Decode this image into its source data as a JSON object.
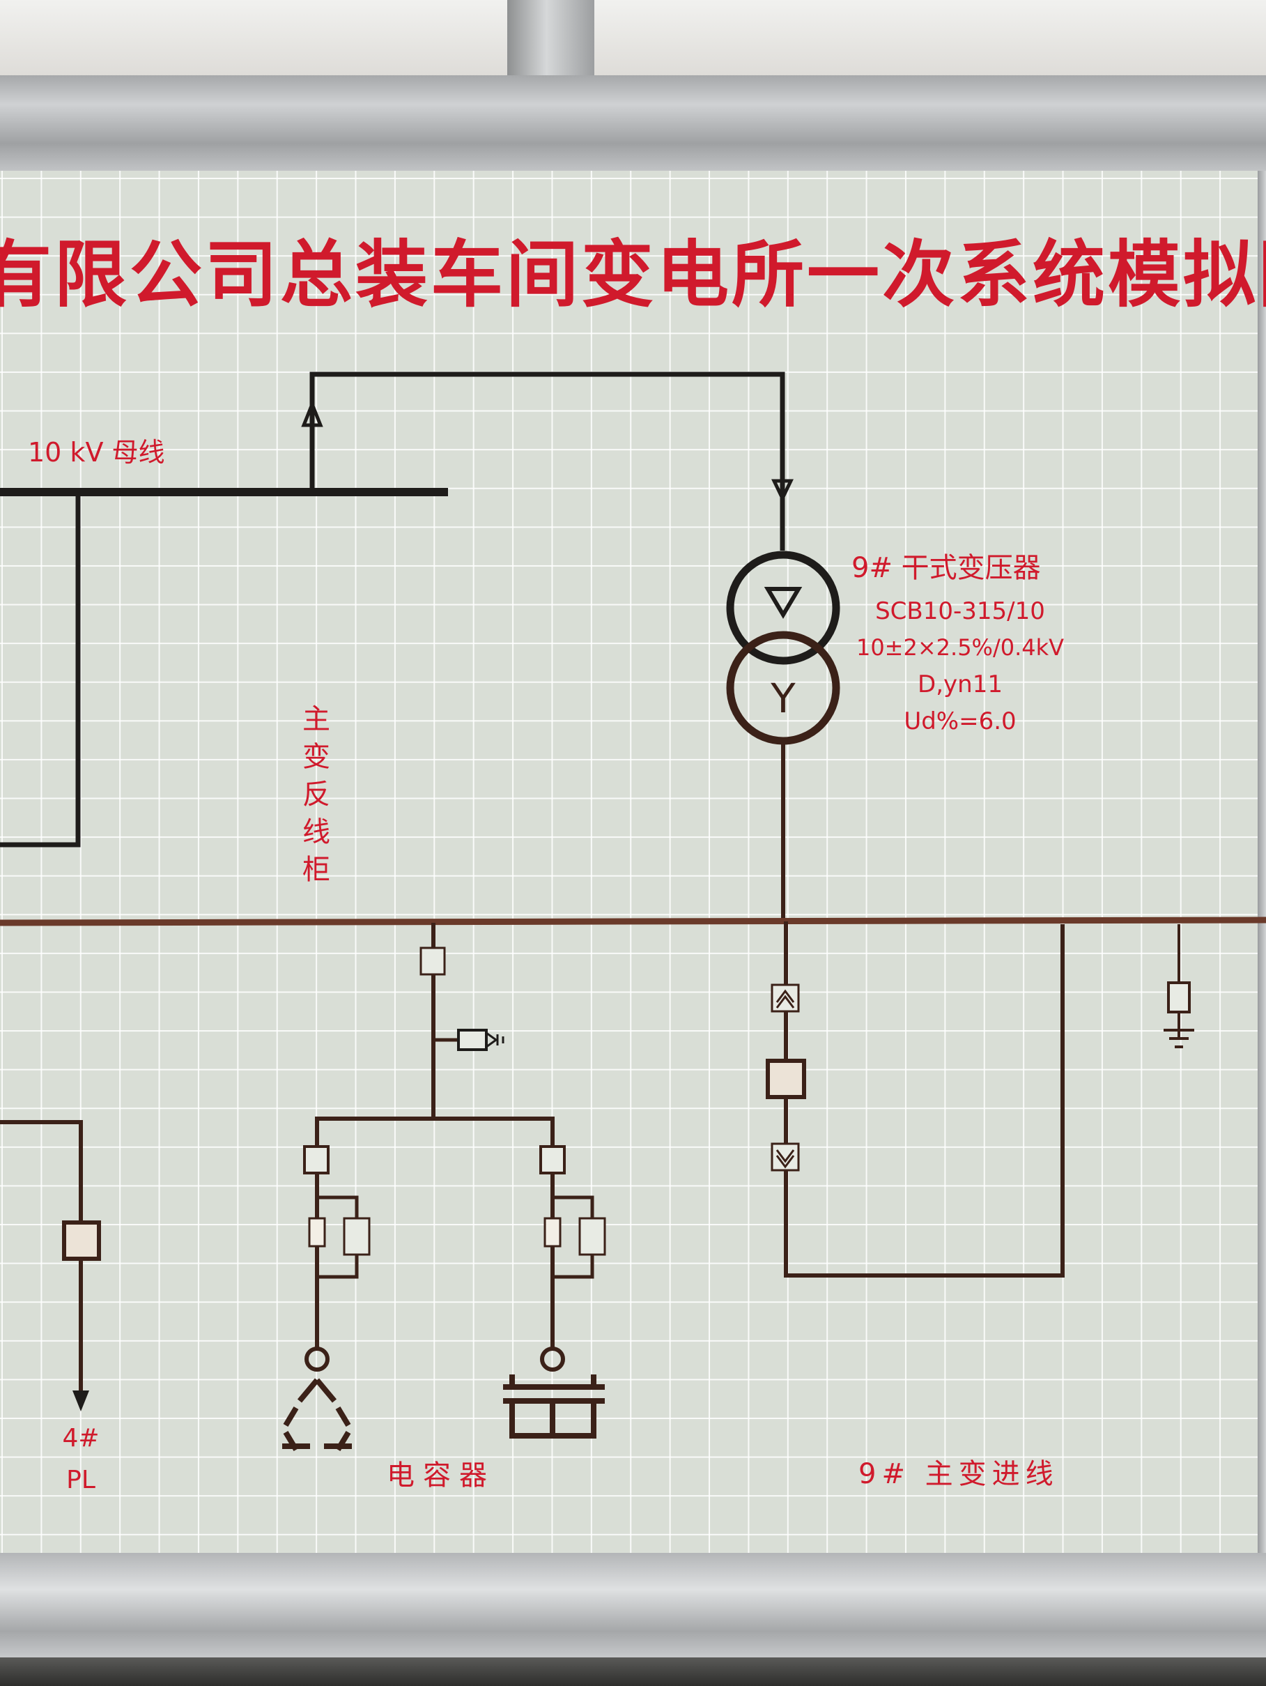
{
  "title": "有限公司总装车间变电所一次系统模拟图",
  "labels": {
    "bus_10kv": "10 kV 母线",
    "feeder_cabinet": "主变反线柜",
    "transformer_name": "9# 干式变压器",
    "transformer_model": "SCB10-315/10",
    "transformer_voltage": "10±2×2.5%/0.4kV",
    "transformer_vector": "D,yn11",
    "transformer_ud": "Ud%=6.0",
    "feeder_pl_number": "4#",
    "feeder_pl_name": "PL",
    "capacitor": "电容器",
    "main_incoming": "9# 主变进线",
    "wye_symbol": "Y"
  },
  "colors": {
    "label_red": "#d01a2c",
    "line_black": "#1e1c1a",
    "line_brown": "#5a3426",
    "board": "#d9ded6"
  }
}
